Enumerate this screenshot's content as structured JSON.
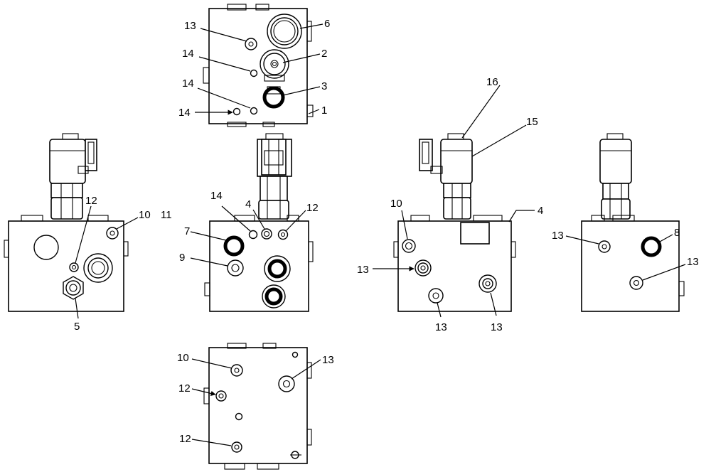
{
  "callouts": {
    "c1": "1",
    "c2": "2",
    "c3": "3",
    "c4a": "4",
    "c4b": "4",
    "c5": "5",
    "c6": "6",
    "c7": "7",
    "c8": "8",
    "c9": "9",
    "c10a": "10",
    "c10b": "10",
    "c10c": "10",
    "c11": "11",
    "c12a": "12",
    "c12b": "12",
    "c12c": "12",
    "c12d": "12",
    "c13a": "13",
    "c13b": "13",
    "c13c": "13",
    "c13d": "13",
    "c13e": "13",
    "c13f": "13",
    "c13g": "13",
    "c14a": "14",
    "c14b": "14",
    "c14c": "14",
    "c14d": "14",
    "c15": "15",
    "c16": "16"
  }
}
